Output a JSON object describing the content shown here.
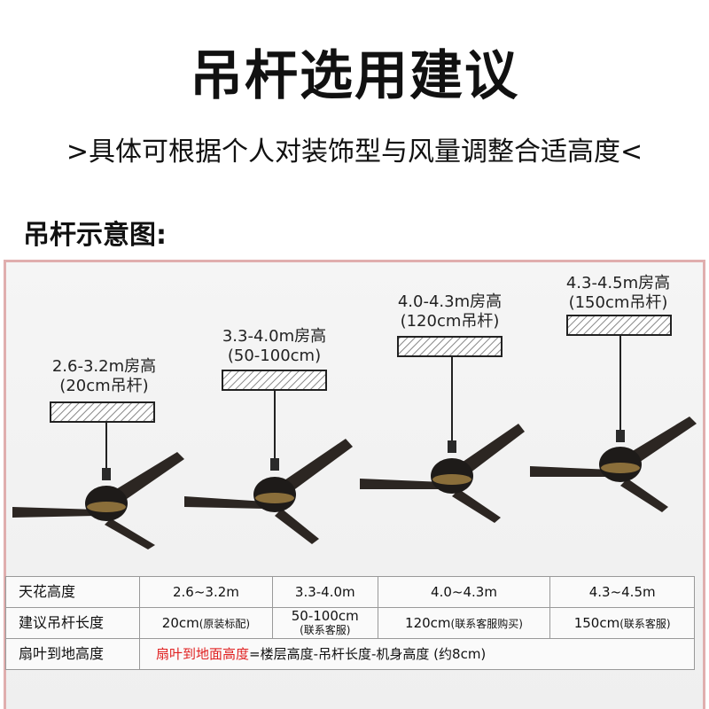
{
  "title": "吊杆选用建议",
  "subtitle": ">具体可根据个人对装饰型与风量调整合适高度<",
  "section_label": "吊杆示意图:",
  "fans": [
    {
      "room_height": "2.6-3.2m房高",
      "rod": "(20cm吊杆)"
    },
    {
      "room_height": "3.3-4.0m房高",
      "rod": "(50-100cm)"
    },
    {
      "room_height": "4.0-4.3m房高",
      "rod": "(120cm吊杆)"
    },
    {
      "room_height": "4.3-4.5m房高",
      "rod": "(150cm吊杆)"
    }
  ],
  "table": {
    "row1": {
      "header": "天花高度",
      "c1": "2.6~3.2m",
      "c2": "3.3-4.0m",
      "c3": "4.0~4.3m",
      "c4": "4.3~4.5m"
    },
    "row2": {
      "header": "建议吊杆长度",
      "c1_main": "20cm",
      "c1_note": "(原装标配)",
      "c2_main": "50-100cm",
      "c2_note": "(联系客服)",
      "c3_main": "120cm",
      "c3_note": "(联系客服购买)",
      "c4_main": "150cm",
      "c4_note": "(联系客服)"
    },
    "row3": {
      "header": "扇叶到地高度",
      "formula_red": "扇叶到地面高度",
      "formula_rest": "=楼层高度-吊杆长度-机身高度  (约8cm)"
    }
  }
}
